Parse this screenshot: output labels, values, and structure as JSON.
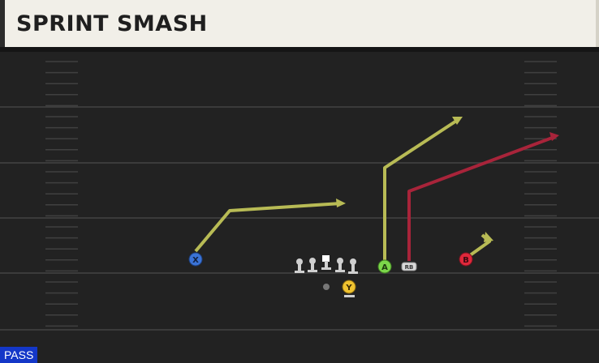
{
  "play": {
    "title": "SPRINT SMASH",
    "type_badge": "PASS"
  },
  "players": [
    {
      "id": "X",
      "label": "X",
      "color": "#3a73d6",
      "route_color": "#b8bb55"
    },
    {
      "id": "A",
      "label": "A",
      "color": "#7bd64a",
      "route_color": "#b8bb55"
    },
    {
      "id": "RB",
      "label": "RB",
      "color": "#d9d9d9",
      "route_color": "#a8243a"
    },
    {
      "id": "B",
      "label": "B",
      "color": "#e0283b",
      "route_color": "#b8bb55"
    },
    {
      "id": "Y",
      "label": "Y",
      "color": "#f0c330",
      "route_color": null
    }
  ],
  "colors": {
    "field": "#222222",
    "yard_line": "#3a3a3a",
    "hash": "#454545",
    "route_yellow": "#b8bb55",
    "route_red": "#a8243a",
    "lineman": "#cfcfcf"
  }
}
